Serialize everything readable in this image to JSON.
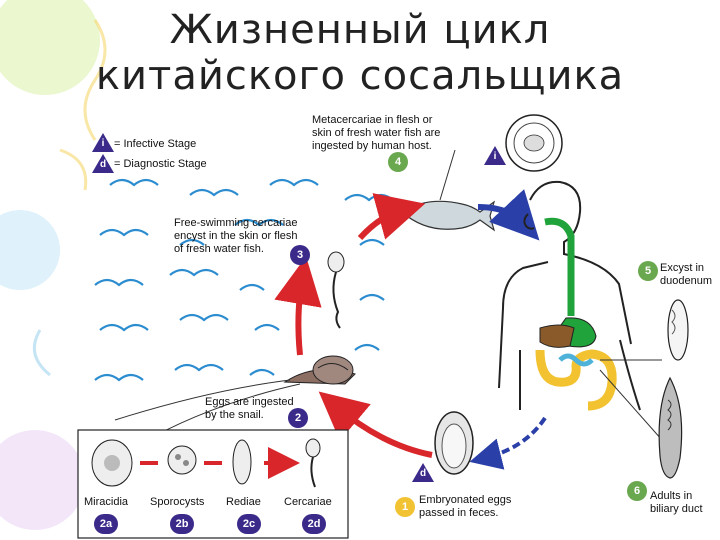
{
  "title": {
    "line1": "Жизненный цикл",
    "line2": "китайского сосальщика"
  },
  "legend": {
    "infective": {
      "symbol": "i",
      "text": "= Infective Stage"
    },
    "diagnostic": {
      "symbol": "d",
      "text": "= Diagnostic Stage"
    }
  },
  "stages": {
    "s1": {
      "badge": "1",
      "text": "Embryonated eggs\npassed in feces."
    },
    "s2": {
      "badge": "2",
      "text": "Eggs are ingested\nby the snail."
    },
    "s3": {
      "badge": "3",
      "text": "Free-swimming cercariae\nencyst in the skin or flesh\nof fresh water fish."
    },
    "s4": {
      "badge": "4",
      "text": "Metacercariae in flesh or\nskin of fresh water fish are\ningested by human host."
    },
    "s5": {
      "badge": "5",
      "text": "Excyst in\nduodenum"
    },
    "s6": {
      "badge": "6",
      "text": "Adults in\nbiliary duct"
    }
  },
  "snail_stages": [
    {
      "badge": "2a",
      "label": "Miracidia"
    },
    {
      "badge": "2b",
      "label": "Sporocysts"
    },
    {
      "badge": "2c",
      "label": "Rediae"
    },
    {
      "badge": "2d",
      "label": "Cercariae"
    }
  ],
  "colors": {
    "badge_green": "#6aa84f",
    "badge_purple": "#3b2a8a",
    "badge_yellow": "#f1c232",
    "arrow_red": "#d9262b",
    "arrow_blue": "#2a3fa8",
    "water": "#2b8ccf",
    "intestine": "#f2c230",
    "stomach": "#1fa33a",
    "liver": "#8b5a2b"
  }
}
